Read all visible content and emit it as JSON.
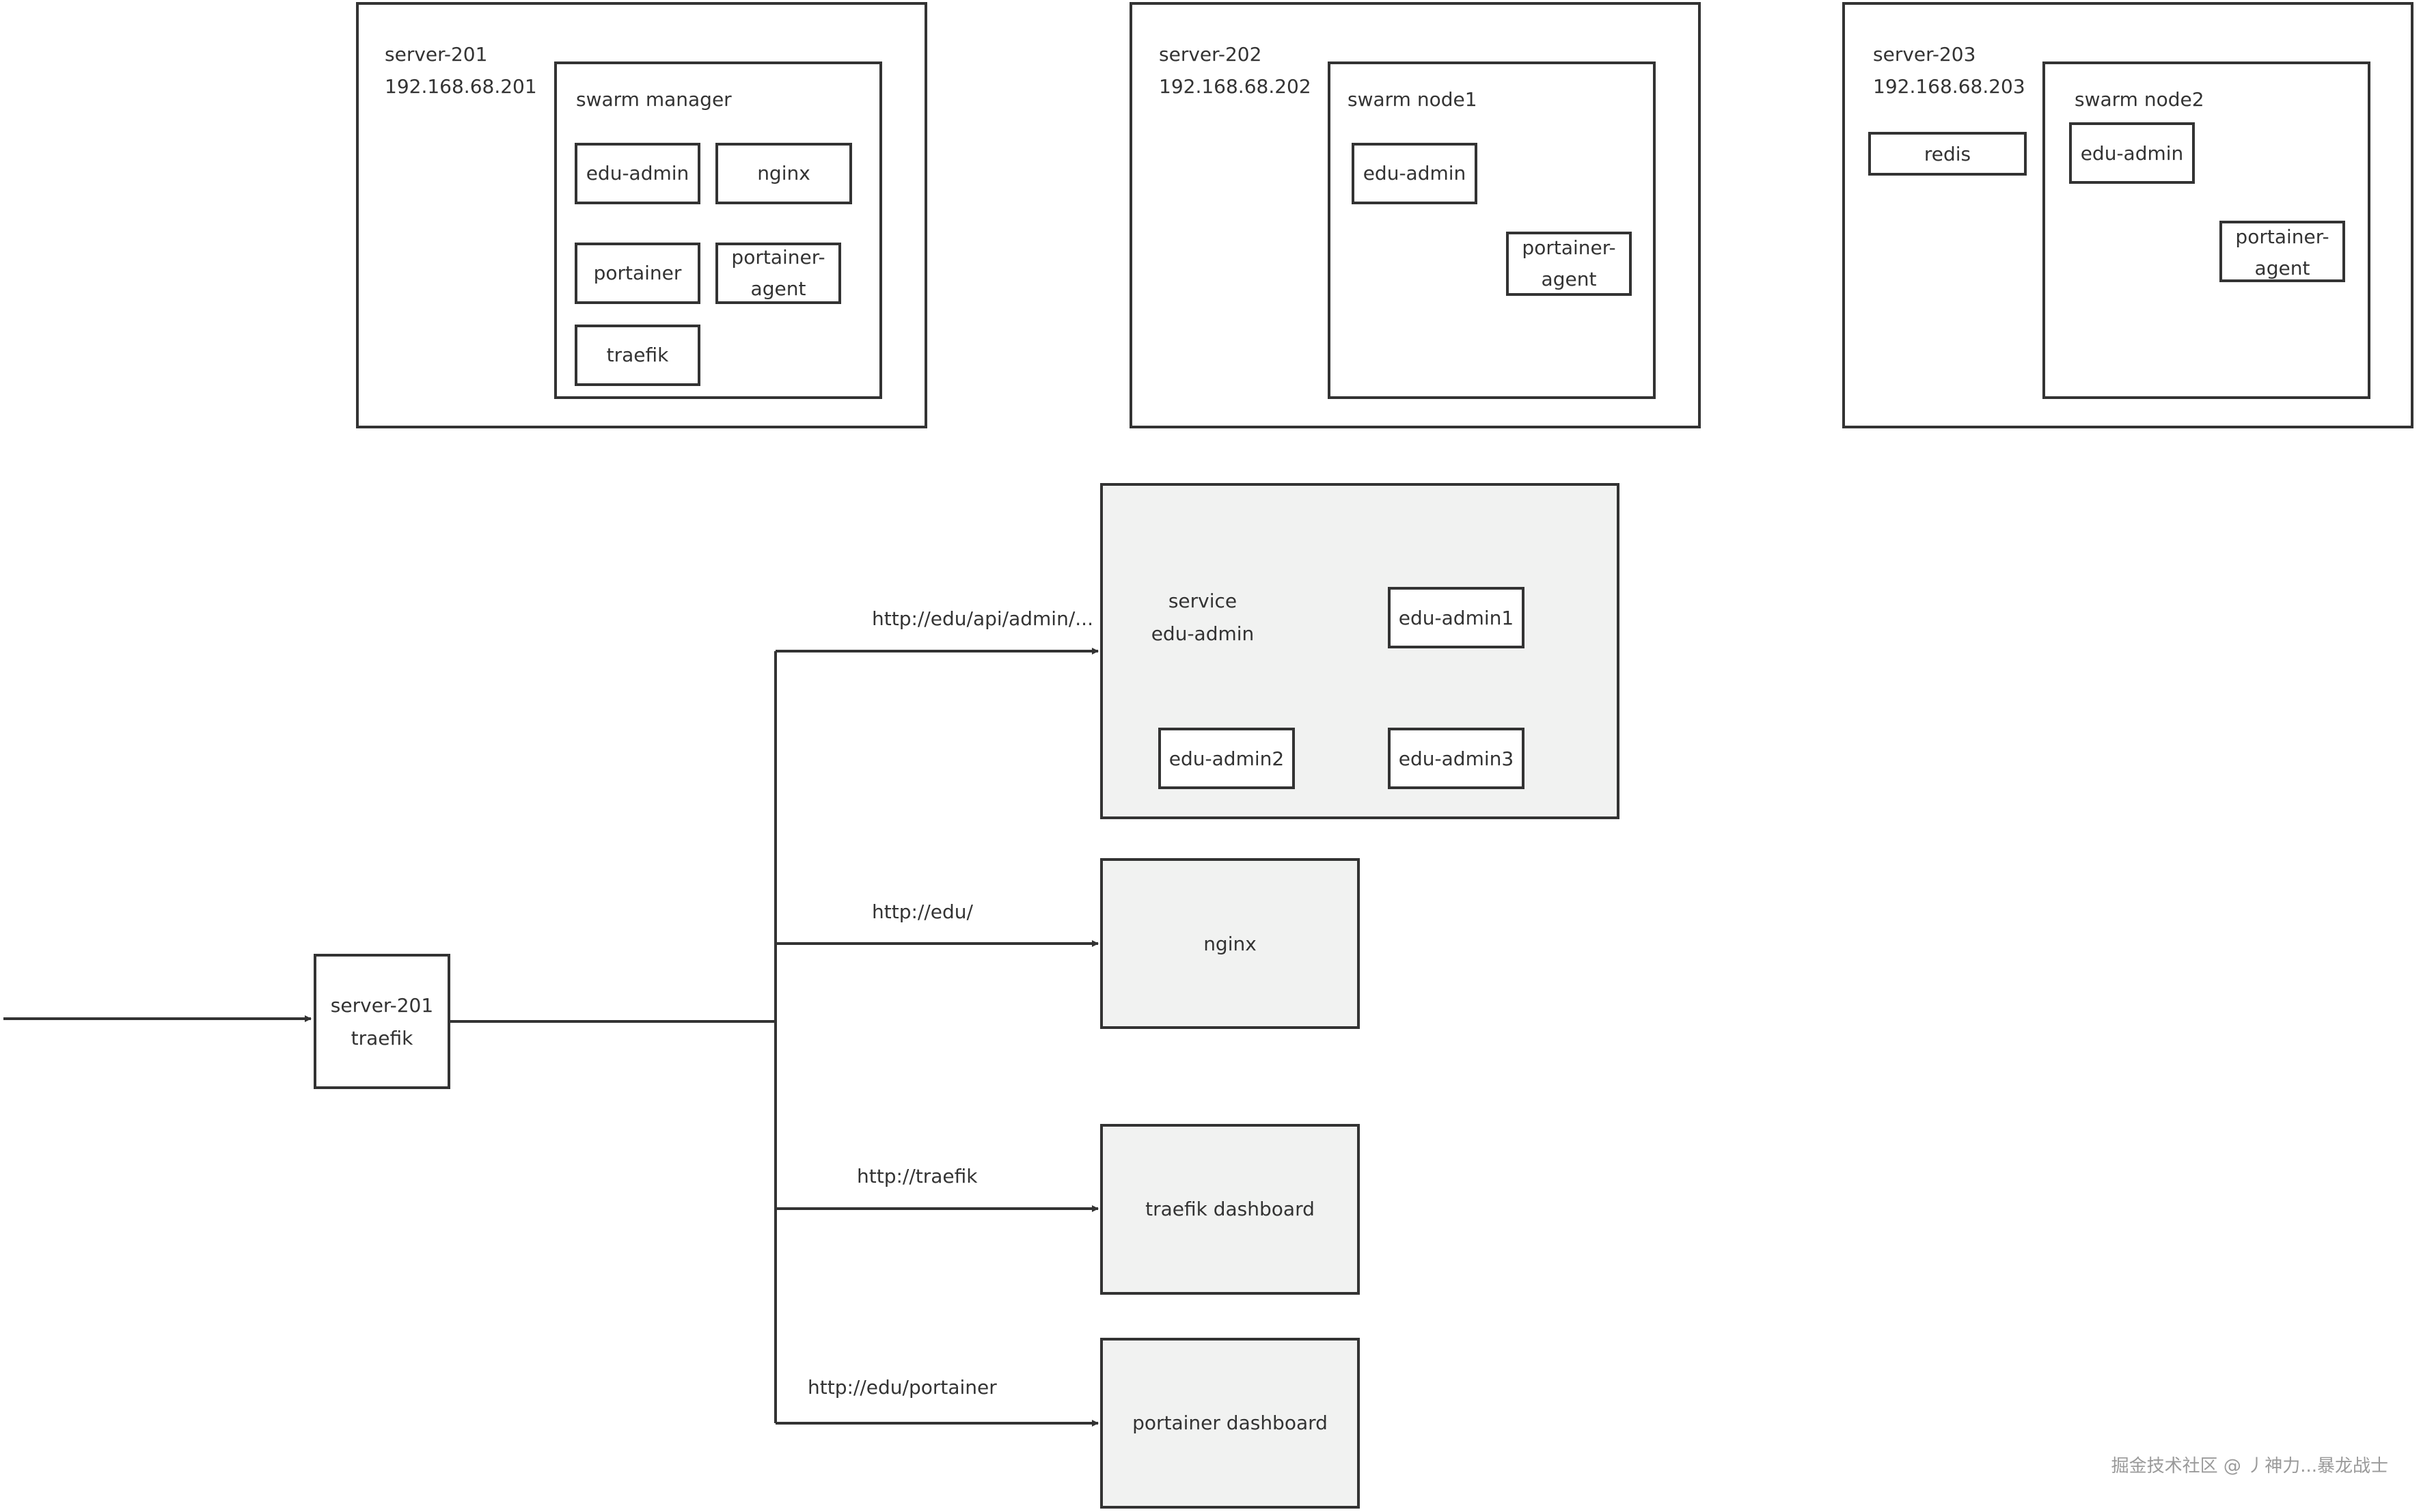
{
  "servers": [
    {
      "name": "server-201",
      "ip": "192.168.68.201",
      "swarm_label": "swarm manager",
      "containers": [
        "edu-admin",
        "nginx",
        "portainer",
        "portainer-agent",
        "traefik"
      ]
    },
    {
      "name": "server-202",
      "ip": "192.168.68.202",
      "swarm_label": "swarm node1",
      "containers": [
        "edu-admin",
        "portainer-agent"
      ]
    },
    {
      "name": "server-203",
      "ip": "192.168.68.203",
      "swarm_label": "swarm node2",
      "outside": "redis",
      "containers": [
        "edu-admin",
        "portainer-agent"
      ]
    }
  ],
  "router": {
    "line1": "server-201",
    "line2": "traefik"
  },
  "routes": [
    {
      "path": "http://edu/api/admin/...",
      "target": {
        "line1": "service",
        "line2": "edu-admin",
        "instances": [
          "edu-admin1",
          "edu-admin2",
          "edu-admin3"
        ]
      }
    },
    {
      "path": "http://edu/",
      "target": {
        "label": "nginx"
      }
    },
    {
      "path": "http://traefik",
      "target": {
        "label": "traefik dashboard"
      }
    },
    {
      "path": "http://edu/portainer",
      "target": {
        "label": "portainer dashboard"
      }
    }
  ],
  "watermark": "掘金技术社区 @ 丿神力...暴龙战士",
  "colors": {
    "stroke": "#333333",
    "shaded_fill": "#f1f2f1",
    "background": "#ffffff"
  }
}
